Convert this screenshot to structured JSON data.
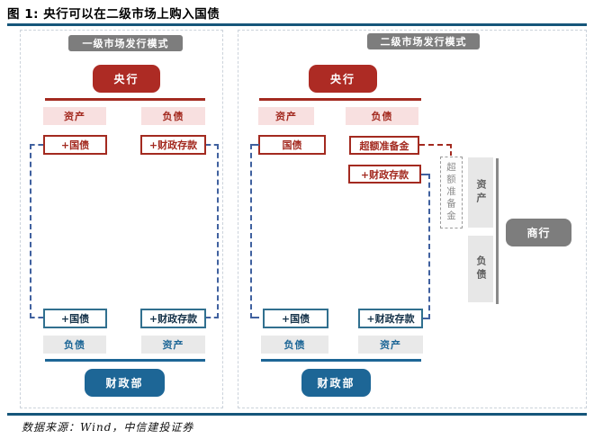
{
  "figure": {
    "title": "图 1: 央行可以在二级市场上购入国债",
    "source": "数据来源：Wind，中信建投证券"
  },
  "panels": {
    "left": {
      "header": "一级市场发行模式",
      "central_bank": "央行",
      "cb_columns": {
        "assets": "资产",
        "liabilities": "负债"
      },
      "cb_entries": {
        "assets": "+国债",
        "liabilities": "+财政存款"
      },
      "mof_entries": {
        "liabilities": "+国债",
        "assets": "+财政存款"
      },
      "mof_columns": {
        "liabilities": "负债",
        "assets": "资产"
      },
      "mof": "财政部"
    },
    "right": {
      "header": "二级市场发行模式",
      "central_bank": "央行",
      "cb_columns": {
        "assets": "资产",
        "liabilities": "负债"
      },
      "cb_entries": {
        "assets": "国债",
        "liabilities_1": "超额准备金",
        "liabilities_2": "+财政存款"
      },
      "commercial_bank": {
        "reserve": "超额准备金",
        "assets": "资产",
        "liabilities": "负债",
        "name": "商行"
      },
      "mof_entries": {
        "liabilities": "+国债",
        "assets": "+财政存款"
      },
      "mof_columns": {
        "liabilities": "负债",
        "assets": "资产"
      },
      "mof": "财政部"
    }
  },
  "colors": {
    "dark_red": "#ad2b24",
    "red_line": "#a32a20",
    "pink_fill": "#f8e0e0",
    "steel_blue": "#1d6696",
    "blue_box_border": "#31708f",
    "gray_entity": "#7d7d7d",
    "light_gray_fill": "#e7e7e7",
    "dashed_blue": "#40619f",
    "teal_rule": "#16567a",
    "panel_border": "#ccd3db"
  }
}
